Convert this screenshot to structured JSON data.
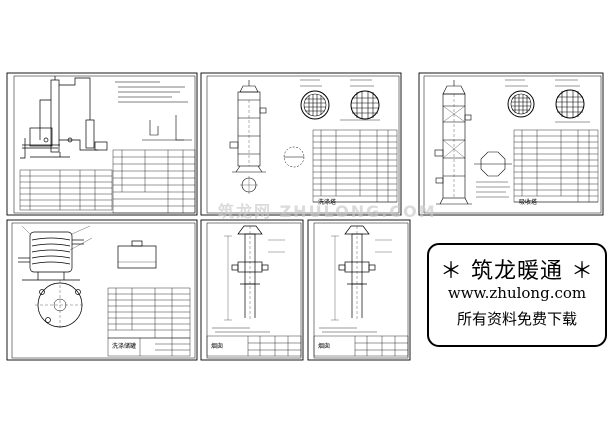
{
  "sheets": {
    "sheet5_title": "洗涤储罐",
    "sheet4_title": "洗涤塔",
    "sheet3_title": "吸收塔",
    "sheet6_title": "烟囱",
    "sheet7_title": "烟囱"
  },
  "watermark": {
    "text": "筑龙网 ZHULONG.COM"
  },
  "logo": {
    "title": "＊ 筑龙暖通 ＊",
    "url": "www.zhulong.com",
    "subtitle": "所有资料免费下载"
  }
}
